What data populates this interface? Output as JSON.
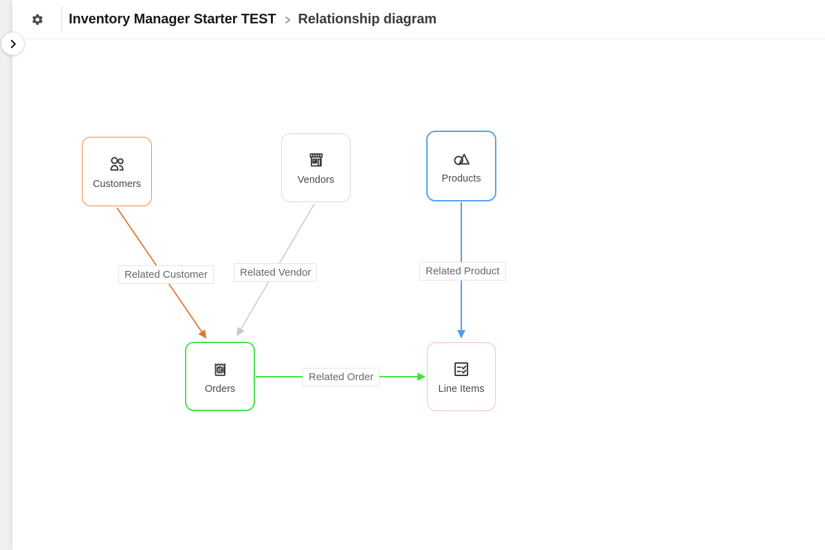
{
  "header": {
    "settings_icon": "gear-icon",
    "base_name": "Inventory Manager Starter TEST",
    "separator_icon": "chevron-right-icon",
    "page_name": "Relationship diagram"
  },
  "sidebar": {
    "expand_icon": "chevron-right-icon"
  },
  "diagram": {
    "nodes": [
      {
        "id": "customers",
        "label": "Customers",
        "icon": "customers-icon",
        "border_color": "#f0893c"
      },
      {
        "id": "vendors",
        "label": "Vendors",
        "icon": "storefront-icon",
        "border_color": "#dadada"
      },
      {
        "id": "products",
        "label": "Products",
        "icon": "shapes-icon",
        "border_color": "#57a0f5"
      },
      {
        "id": "orders",
        "label": "Orders",
        "icon": "receipt-icon",
        "border_color": "#4ce24c"
      },
      {
        "id": "line_items",
        "label": "Line Items",
        "icon": "checklist-icon",
        "border_color": "#f8b6da"
      }
    ],
    "edges": [
      {
        "id": "related_customer",
        "label": "Related Customer",
        "from": "Customers",
        "to": "Orders",
        "color": "#e2762c"
      },
      {
        "id": "related_vendor",
        "label": "Related Vendor",
        "from": "Vendors",
        "to": "Orders",
        "color": "#c8c8c8"
      },
      {
        "id": "related_product",
        "label": "Related Product",
        "from": "Products",
        "to": "Line Items",
        "color": "#509cf2"
      },
      {
        "id": "related_order",
        "label": "Related Order",
        "from": "Orders",
        "to": "Line Items",
        "color": "#43e143"
      }
    ]
  }
}
